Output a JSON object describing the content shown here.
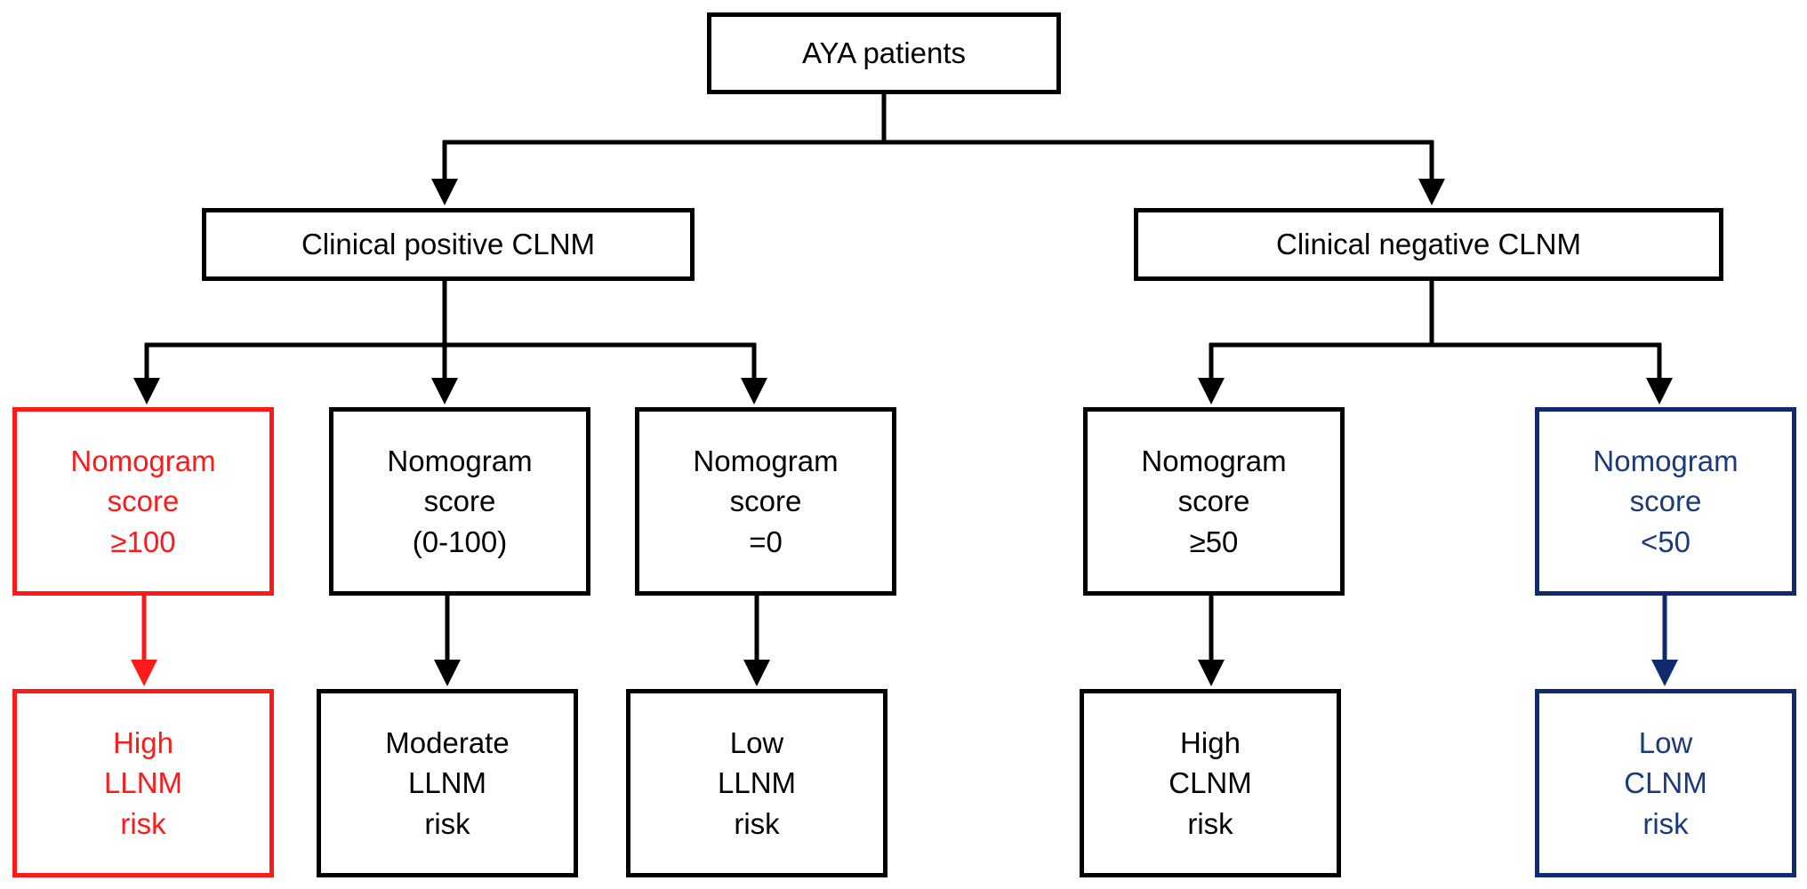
{
  "colors": {
    "default": "#000000",
    "high_risk": "#ff1a1a",
    "low_risk": "#1a3a7a"
  },
  "root": {
    "label": "AYA patients"
  },
  "branches": {
    "positive": {
      "label": "Clinical positive CLNM",
      "score_high": {
        "label": "Nomogram\nscore\n≥100"
      },
      "score_mid": {
        "label": "Nomogram\nscore\n(0-100)"
      },
      "score_zero": {
        "label": "Nomogram\nscore\n=0"
      },
      "risk_high": {
        "label": "High\nLLNM\nrisk"
      },
      "risk_mid": {
        "label": "Moderate\nLLNM\nrisk"
      },
      "risk_low": {
        "label": "Low\nLLNM\nrisk"
      }
    },
    "negative": {
      "label": "Clinical negative CLNM",
      "score_high": {
        "label": "Nomogram\nscore\n≥50"
      },
      "score_low": {
        "label": "Nomogram\nscore\n<50"
      },
      "risk_high": {
        "label": "High\nCLNM\nrisk"
      },
      "risk_low": {
        "label": "Low\nCLNM\nrisk"
      }
    }
  }
}
